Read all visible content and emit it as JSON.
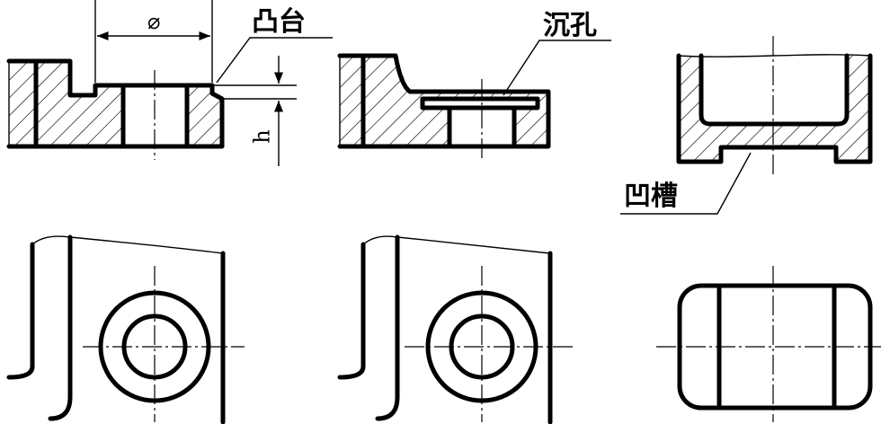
{
  "labels": {
    "boss": "凸台",
    "counterbore": "沉孔",
    "groove": "凹槽"
  },
  "dimensions": {
    "diameter": "⌀",
    "height": "h"
  }
}
